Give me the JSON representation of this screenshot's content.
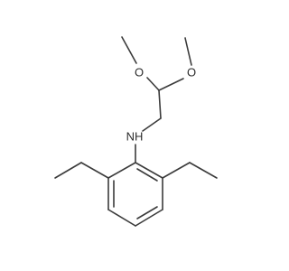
{
  "molecule": {
    "atoms": {
      "o1": "O",
      "o2": "O",
      "nh": "NH"
    }
  }
}
